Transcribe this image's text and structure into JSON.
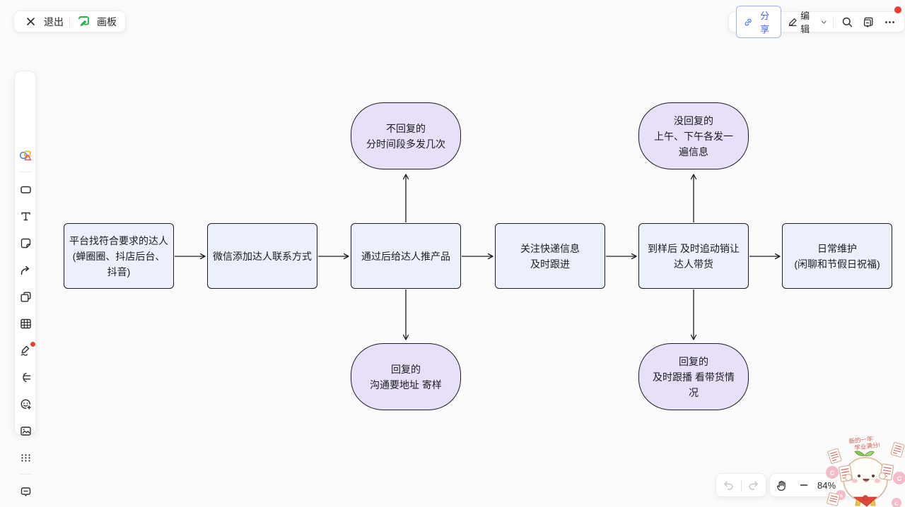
{
  "topbar_left": {
    "exit_label": "退出",
    "board_label": "画板"
  },
  "topbar_right": {
    "share_label": "分享",
    "edit_label": "编辑"
  },
  "sidebar": {
    "tools": [
      "shapes",
      "rectangle",
      "text",
      "sticky-note",
      "connector",
      "frame",
      "table",
      "pen",
      "mind-map",
      "emoji",
      "image",
      "apps",
      "feedback"
    ]
  },
  "flowchart": {
    "boxes": [
      {
        "text": "平台找符合要求的达人\n(蝉圈圈、抖店后台、\n抖音)"
      },
      {
        "text": "微信添加达人联系方式"
      },
      {
        "text": "通过后给达人推产品"
      },
      {
        "text": "关注快递信息\n及时跟进"
      },
      {
        "text": "到样后 及时追动销让\n达人带货"
      },
      {
        "text": "日常维护\n(闲聊和节假日祝福)"
      }
    ],
    "ellipses": [
      {
        "position": "top-center",
        "text": "不回复的\n分时间段多发几次"
      },
      {
        "position": "top-right",
        "text": "没回复的\n上午、下午各发一\n遍信息"
      },
      {
        "position": "bottom-center",
        "text": "回复的\n沟通要地址 寄样"
      },
      {
        "position": "bottom-right",
        "text": "回复的\n及时跟播 看带货情\n况"
      }
    ]
  },
  "footer": {
    "zoom_level": "84%"
  },
  "sticker": {
    "caption_line1": "新的一年",
    "caption_line2": "学业满分!"
  },
  "colors": {
    "canvas_bg": "#fbfbfb",
    "box_fill": "#ebf0fa",
    "ellipse_fill": "#e7e0f8",
    "shape_stroke": "#1c1c22",
    "accent_blue": "#4069f5",
    "badge_red": "#f03b30",
    "board_green": "#2bb14c"
  }
}
